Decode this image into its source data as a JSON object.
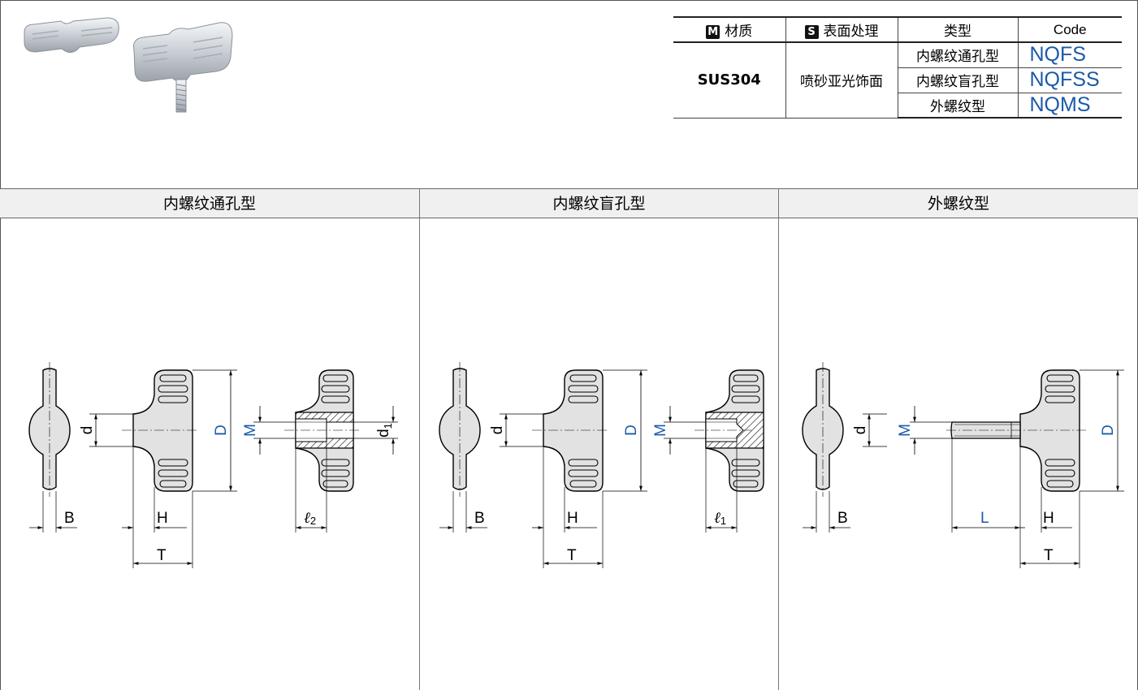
{
  "spec_table": {
    "headers": {
      "material_badge": "M",
      "material": "材质",
      "surface_badge": "S",
      "surface": "表面处理",
      "type": "类型",
      "code": "Code"
    },
    "material": "SUS304",
    "surface_treatment": "喷砂亚光饰面",
    "rows": [
      {
        "type": "内螺纹通孔型",
        "code": "NQFS"
      },
      {
        "type": "内螺纹盲孔型",
        "code": "NQFSS"
      },
      {
        "type": "外螺纹型",
        "code": "NQMS"
      }
    ]
  },
  "sections": [
    {
      "title": "内螺纹通孔型"
    },
    {
      "title": "内螺纹盲孔型"
    },
    {
      "title": "外螺纹型"
    }
  ],
  "dimension_labels": {
    "B": "B",
    "H": "H",
    "T": "T",
    "D": "D",
    "d": "d",
    "M": "M",
    "L": "L",
    "d1": "d",
    "d1_sub": "1",
    "l2": "ℓ",
    "l2_sub": "2",
    "l1": "ℓ",
    "l1_sub": "1"
  },
  "colors": {
    "code_blue": "#1a5aa8",
    "part_fill": "#e2e2e2",
    "header_bg": "#f0f0f0"
  }
}
